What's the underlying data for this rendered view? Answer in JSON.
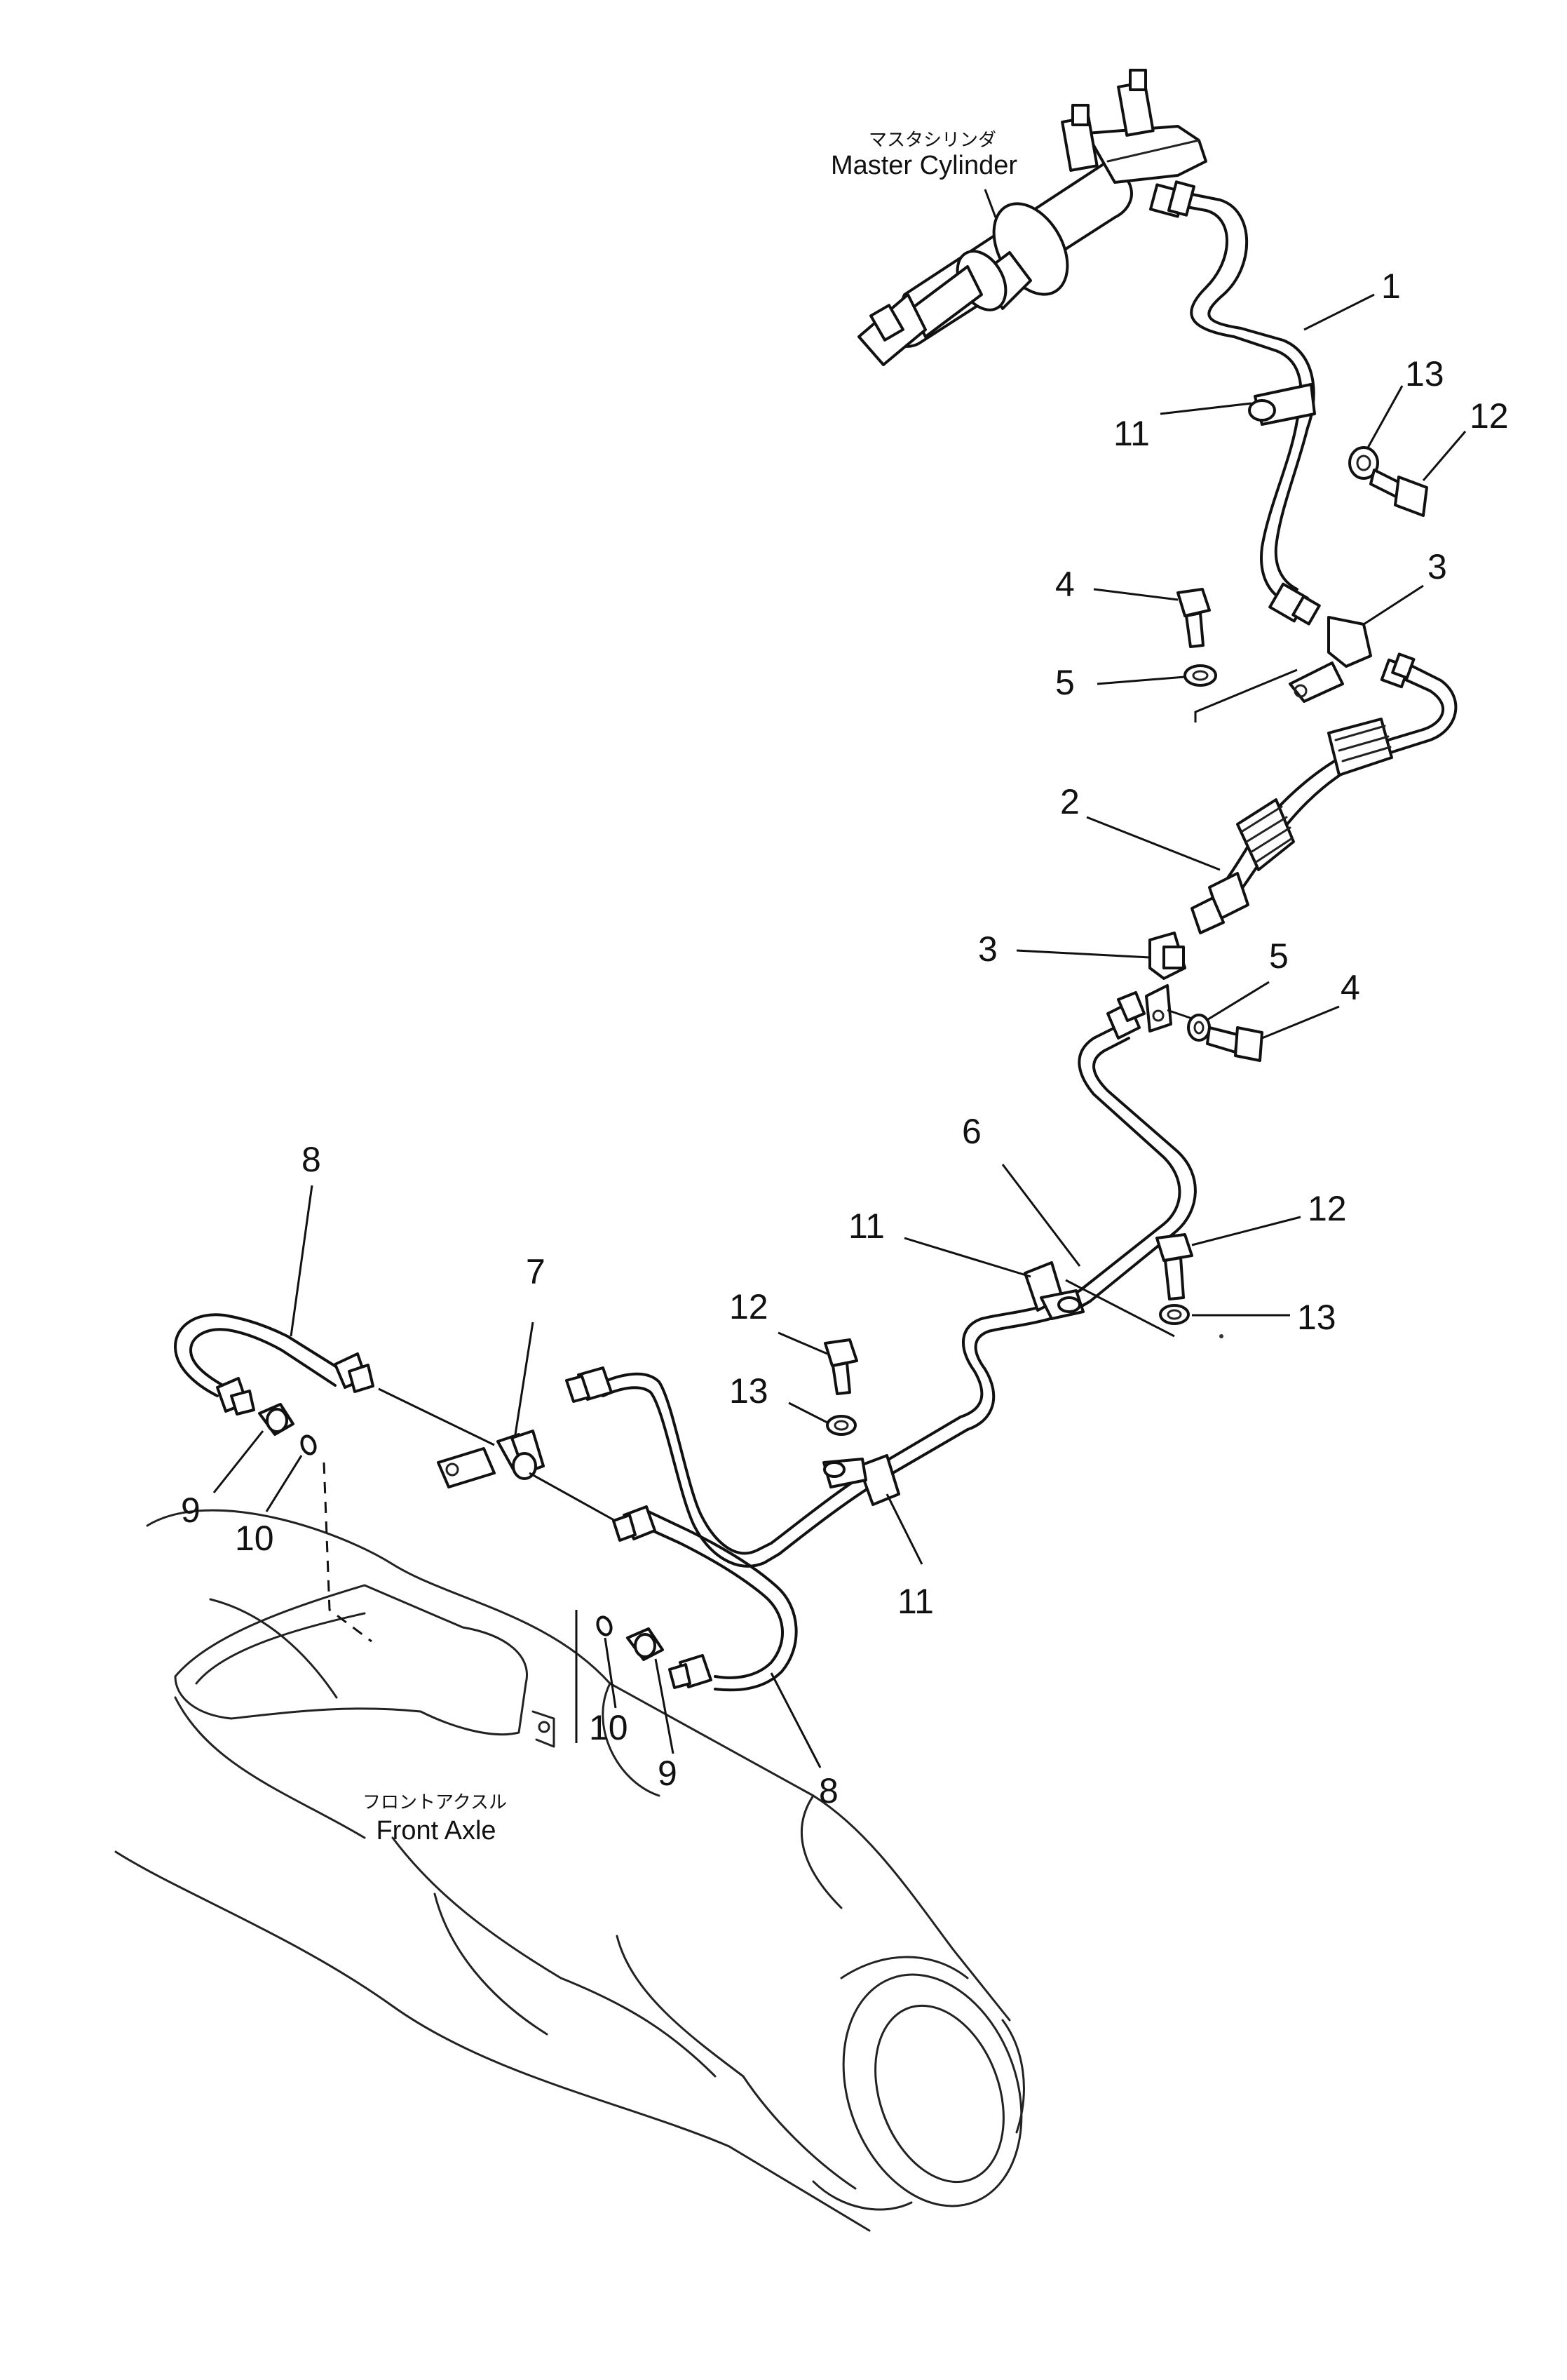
{
  "labels": {
    "master_cylinder_ja": "マスタシリンダ",
    "master_cylinder_en": "Master Cylinder",
    "front_axle_ja": "フロントアクスル",
    "front_axle_en": "Front Axle"
  },
  "callouts": {
    "c1": "1",
    "c2": "2",
    "c3a": "3",
    "c3b": "3",
    "c4a": "4",
    "c4b": "4",
    "c5a": "5",
    "c5b": "5",
    "c6": "6",
    "c7": "7",
    "c8a": "8",
    "c8b": "8",
    "c9a": "9",
    "c9b": "9",
    "c10a": "10",
    "c10b": "10",
    "c11a": "11",
    "c11b": "11",
    "c11c": "11",
    "c12a": "12",
    "c12b": "12",
    "c12c": "12",
    "c13a": "13",
    "c13b": "13",
    "c13c": "13"
  }
}
